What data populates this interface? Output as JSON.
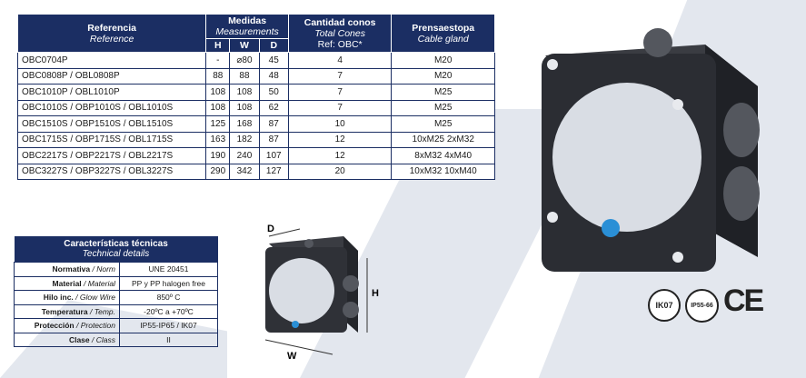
{
  "main_table": {
    "headers": {
      "reference_es": "Referencia",
      "reference_en": "Reference",
      "measures_es": "Medidas",
      "measures_en": "Measurements",
      "h": "H",
      "w": "W",
      "d": "D",
      "cones_es": "Cantidad conos",
      "cones_en": "Total Cones",
      "cones_ref": "Ref: OBC*",
      "gland_es": "Prensaestopa",
      "gland_en": "Cable gland"
    },
    "rows": [
      {
        "ref": "OBC0704P",
        "h": "-",
        "w": "⌀80",
        "d": "45",
        "cones": "4",
        "gland": "M20"
      },
      {
        "ref": "OBC0808P / OBL0808P",
        "h": "88",
        "w": "88",
        "d": "48",
        "cones": "7",
        "gland": "M20"
      },
      {
        "ref": "OBC1010P / OBL1010P",
        "h": "108",
        "w": "108",
        "d": "50",
        "cones": "7",
        "gland": "M25"
      },
      {
        "ref": "OBC1010S / OBP1010S / OBL1010S",
        "h": "108",
        "w": "108",
        "d": "62",
        "cones": "7",
        "gland": "M25"
      },
      {
        "ref": "OBC1510S / OBP1510S / OBL1510S",
        "h": "125",
        "w": "168",
        "d": "87",
        "cones": "10",
        "gland": "M25"
      },
      {
        "ref": "OBC1715S / OBP1715S / OBL1715S",
        "h": "163",
        "w": "182",
        "d": "87",
        "cones": "12",
        "gland": "10xM25 2xM32"
      },
      {
        "ref": "OBC2217S / OBP2217S / OBL2217S",
        "h": "190",
        "w": "240",
        "d": "107",
        "cones": "12",
        "gland": "8xM32 4xM40"
      },
      {
        "ref": "OBC3227S / OBP3227S / OBL3227S",
        "h": "290",
        "w": "342",
        "d": "127",
        "cones": "20",
        "gland": "10xM32 10xM40"
      }
    ]
  },
  "tech_table": {
    "title_es": "Características técnicas",
    "title_en": "Technical details",
    "rows": [
      {
        "label_es": "Normativa",
        "label_en": "Norm",
        "value": "UNE 20451"
      },
      {
        "label_es": "Material",
        "label_en": "Material",
        "value": "PP y PP halogen free"
      },
      {
        "label_es": "Hilo inc.",
        "label_en": "Glow Wire",
        "value": "850º C"
      },
      {
        "label_es": "Temperatura",
        "label_en": "Temp.",
        "value": "-20ºC a +70ºC"
      },
      {
        "label_es": "Protección",
        "label_en": "Protection",
        "value": "IP55-IP65 / IK07"
      },
      {
        "label_es": "Clase",
        "label_en": "Class",
        "value": "II"
      }
    ]
  },
  "diagram": {
    "d_label": "D",
    "h_label": "H",
    "w_label": "W"
  },
  "certifications": {
    "ik": "IK07",
    "ip": "IP55-66",
    "ce": "CE"
  },
  "colors": {
    "header": "#1b2e63",
    "background_shape": "#e3e7ee",
    "box_body": "#2b2d33",
    "lid": "#d9dde4"
  }
}
